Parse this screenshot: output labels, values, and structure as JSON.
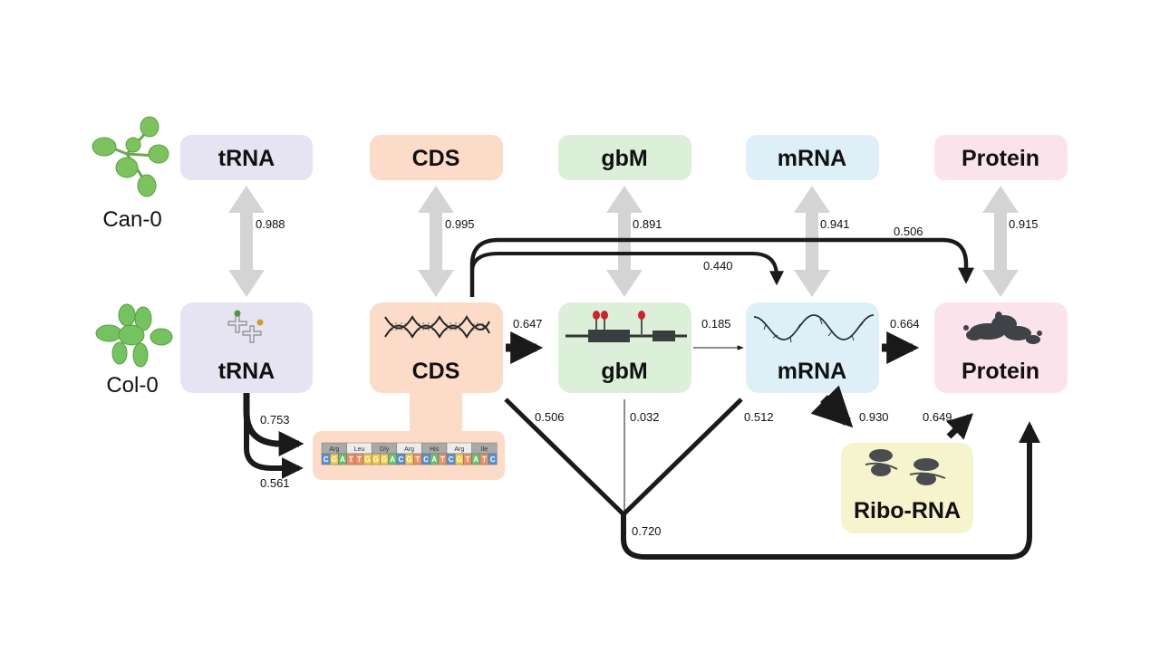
{
  "strains": [
    {
      "id": "can0",
      "label": "Can-0"
    },
    {
      "id": "col0",
      "label": "Col-0"
    }
  ],
  "nodes": {
    "top": [
      {
        "id": "trna",
        "label": "tRNA",
        "color": "#e6e4f2"
      },
      {
        "id": "cds",
        "label": "CDS",
        "color": "#fcdcc8"
      },
      {
        "id": "gbm",
        "label": "gbM",
        "color": "#dcefd8"
      },
      {
        "id": "mrna",
        "label": "mRNA",
        "color": "#ddf0f8"
      },
      {
        "id": "protein",
        "label": "Protein",
        "color": "#fbe3ec"
      }
    ],
    "bottom": [
      {
        "id": "trna",
        "label": "tRNA",
        "color": "#e6e4f2"
      },
      {
        "id": "cds",
        "label": "CDS",
        "color": "#fcdcc8"
      },
      {
        "id": "gbm",
        "label": "gbM",
        "color": "#dcefd8"
      },
      {
        "id": "mrna",
        "label": "mRNA",
        "color": "#ddf0f8"
      },
      {
        "id": "protein",
        "label": "Protein",
        "color": "#fbe3ec"
      }
    ],
    "ribo": {
      "id": "ribo-rna",
      "label": "Ribo-RNA",
      "color": "#f6f4cc"
    }
  },
  "correlations_between_strains": [
    {
      "node": "tRNA",
      "value": "0.988"
    },
    {
      "node": "CDS",
      "value": "0.995"
    },
    {
      "node": "gbM",
      "value": "0.891"
    },
    {
      "node": "mRNA",
      "value": "0.941"
    },
    {
      "node": "Protein",
      "value": "0.915"
    }
  ],
  "edges": [
    {
      "from": "tRNA",
      "to": "codon-sequence",
      "value": "0.753"
    },
    {
      "from": "tRNA",
      "to": "codon-sequence",
      "value": "0.561"
    },
    {
      "from": "CDS",
      "to": "gbM",
      "value": "0.647"
    },
    {
      "from": "gbM",
      "to": "mRNA",
      "value": "0.185"
    },
    {
      "from": "mRNA",
      "to": "Protein",
      "value": "0.664"
    },
    {
      "from": "CDS",
      "to": "mRNA",
      "value": "0.440"
    },
    {
      "from": "CDS",
      "to": "Protein",
      "value": "0.506"
    },
    {
      "from": "mRNA",
      "to": "Ribo-RNA",
      "value": "0.930"
    },
    {
      "from": "Ribo-RNA",
      "to": "Protein",
      "value": "0.649"
    },
    {
      "from": "CDS",
      "to": "merge",
      "value": "0.506"
    },
    {
      "from": "gbM",
      "to": "merge",
      "value": "0.032"
    },
    {
      "from": "mRNA",
      "to": "merge",
      "value": "0.512"
    },
    {
      "from": "merge",
      "to": "Protein",
      "value": "0.720"
    }
  ],
  "codon_sequence": {
    "amino_acids": [
      "Arg",
      "Leu",
      "Gly",
      "Arg",
      "His",
      "Arg",
      "Ile"
    ],
    "nucleotides": [
      "C",
      "G",
      "A",
      "T",
      "T",
      "G",
      "G",
      "G",
      "A",
      "C",
      "G",
      "T",
      "C",
      "A",
      "T",
      "C",
      "G",
      "T",
      "A",
      "T",
      "C"
    ],
    "nucleotide_colors": {
      "A": "#6cc070",
      "C": "#5b8fd0",
      "G": "#f2c94c",
      "T": "#ee8f66"
    }
  },
  "colors": {
    "gray_arrow": "#d4d4d4",
    "black_arrow": "#1a1a1a",
    "icon_dark": "#3f4347",
    "methylation_red": "#d0222c"
  }
}
